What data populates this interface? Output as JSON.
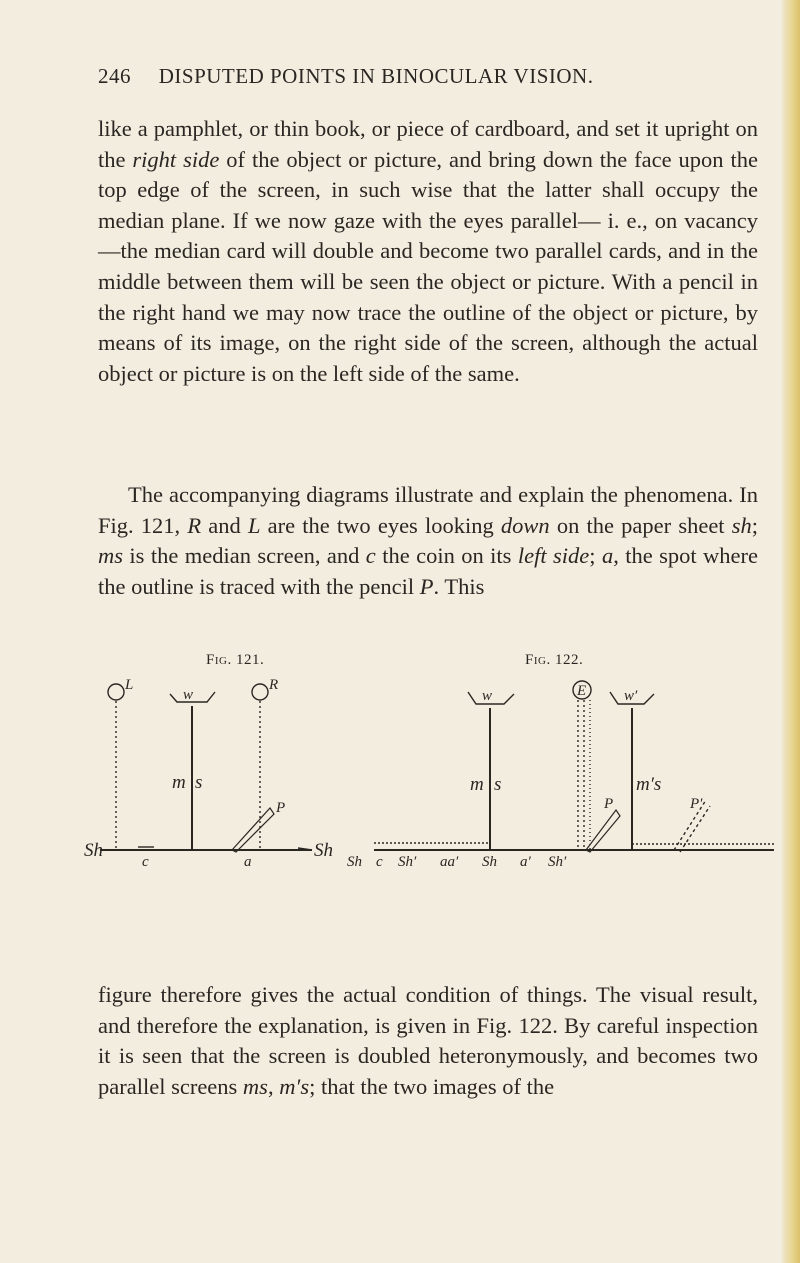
{
  "header": {
    "page_number": "246",
    "running_title": "DISPUTED POINTS IN BINOCULAR VISION."
  },
  "paragraph1": [
    {
      "t": "like a pamphlet, or thin book, or piece of cardboard, and set it upright on the "
    },
    {
      "t": "right side",
      "i": true
    },
    {
      "t": " of the object or picture, and bring down the face upon the top edge of the screen, in such wise that the latter shall occupy the median plane. If we now gaze with the eyes parallel— i. e., on vacancy—the median card will double and become two parallel cards, and in the middle between them will be seen the object or picture. With a pencil in the right hand we may now trace the outline of the object or picture, by means of its image, on the right side of the screen, although the actual object or picture is on the left side of the same."
    }
  ],
  "paragraph2": [
    {
      "t": "The accompanying diagrams illustrate and explain the phenomena. In Fig. 121, "
    },
    {
      "t": "R",
      "i": true
    },
    {
      "t": " and "
    },
    {
      "t": "L",
      "i": true
    },
    {
      "t": " are the two eyes looking "
    },
    {
      "t": "down",
      "i": true
    },
    {
      "t": " on the paper sheet "
    },
    {
      "t": "sh",
      "i": true
    },
    {
      "t": "; "
    },
    {
      "t": "ms",
      "i": true
    },
    {
      "t": " is the median screen, and "
    },
    {
      "t": "c",
      "i": true
    },
    {
      "t": " the coin on its "
    },
    {
      "t": "left side",
      "i": true
    },
    {
      "t": "; "
    },
    {
      "t": "a",
      "i": true
    },
    {
      "t": ", the spot where the outline is traced with the pencil "
    },
    {
      "t": "P",
      "i": true
    },
    {
      "t": ". This"
    }
  ],
  "paragraph3": [
    {
      "t": "figure therefore gives the actual condition of things. The visual result, and therefore the explanation, is given in Fig. 122. By careful inspection it is seen that the screen is doubled heteronymously, and becomes two parallel screens "
    },
    {
      "t": "ms",
      "i": true
    },
    {
      "t": ", "
    },
    {
      "t": "m′s",
      "i": true
    },
    {
      "t": "; that the two images of the"
    }
  ],
  "figures": {
    "fig121": {
      "caption": "Fig. 121.",
      "labels": {
        "L": "L",
        "R": "R",
        "w": "w",
        "m": "m",
        "s": "s",
        "P": "P",
        "sh_left": "Sh",
        "sh_right": "Sh",
        "c": "c",
        "a": "a"
      }
    },
    "fig122": {
      "caption": "Fig. 122.",
      "labels": {
        "E": "E",
        "w": "w",
        "w2": "w′",
        "m": "m",
        "s": "s",
        "P": "P",
        "ms2": "m′s",
        "P2": "P′",
        "sh1": "Sh",
        "c": "c",
        "sh2": "Sh′",
        "aa": "aa′",
        "sh3": "Sh",
        "a2": "a′",
        "sh4": "Sh′"
      }
    }
  }
}
